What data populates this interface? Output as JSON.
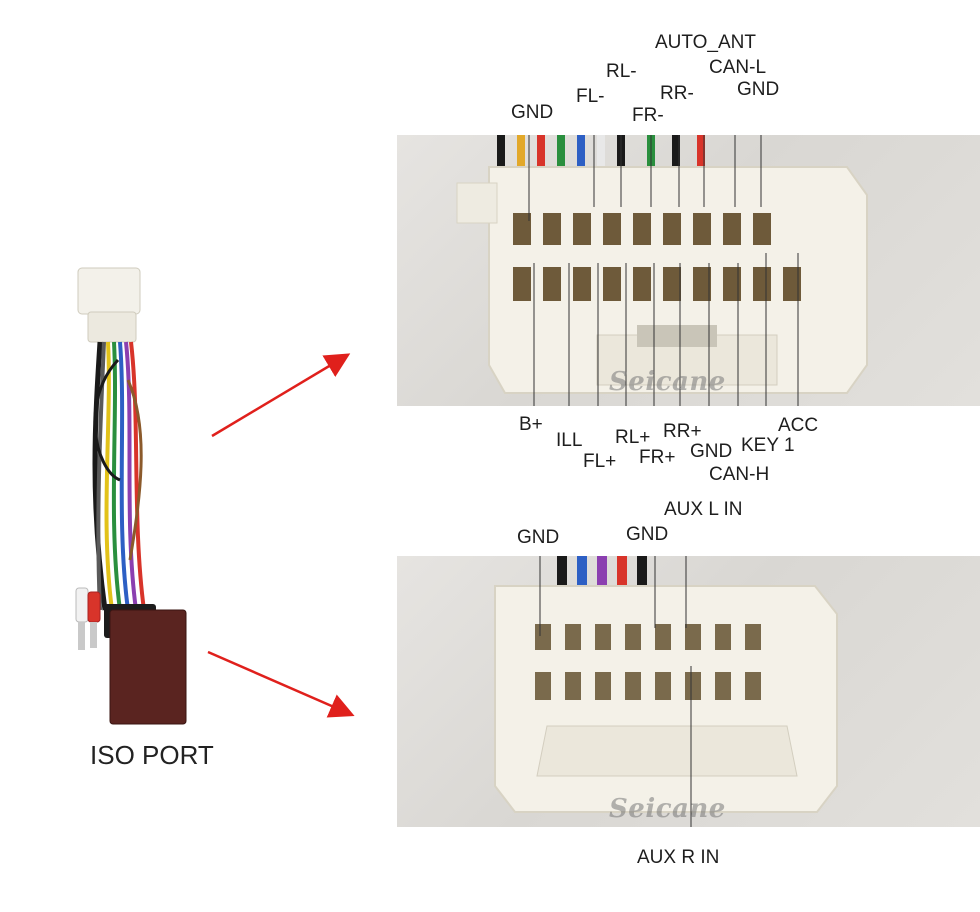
{
  "watermark": "Seicane",
  "iso_port_label": "ISO PORT",
  "colors": {
    "arrow": "#e0201c",
    "connector": "#f4f1e8",
    "connector_shadow": "#d8d3c4",
    "leader_line": "#333333"
  },
  "top_connector": {
    "upper_labels": [
      "GND",
      "FL-",
      "RL-",
      "FR-",
      "RR-",
      "AUTO_ANT",
      "CAN-L",
      "GND"
    ],
    "lower_labels": [
      "B+",
      "ILL",
      "FL+",
      "RL+",
      "FR+",
      "RR+",
      "GND",
      "CAN-H",
      "KEY 1",
      "ACC"
    ]
  },
  "bottom_connector": {
    "upper_labels": [
      "GND",
      "GND",
      "AUX L IN"
    ],
    "lower_labels": [
      "AUX R IN"
    ]
  }
}
